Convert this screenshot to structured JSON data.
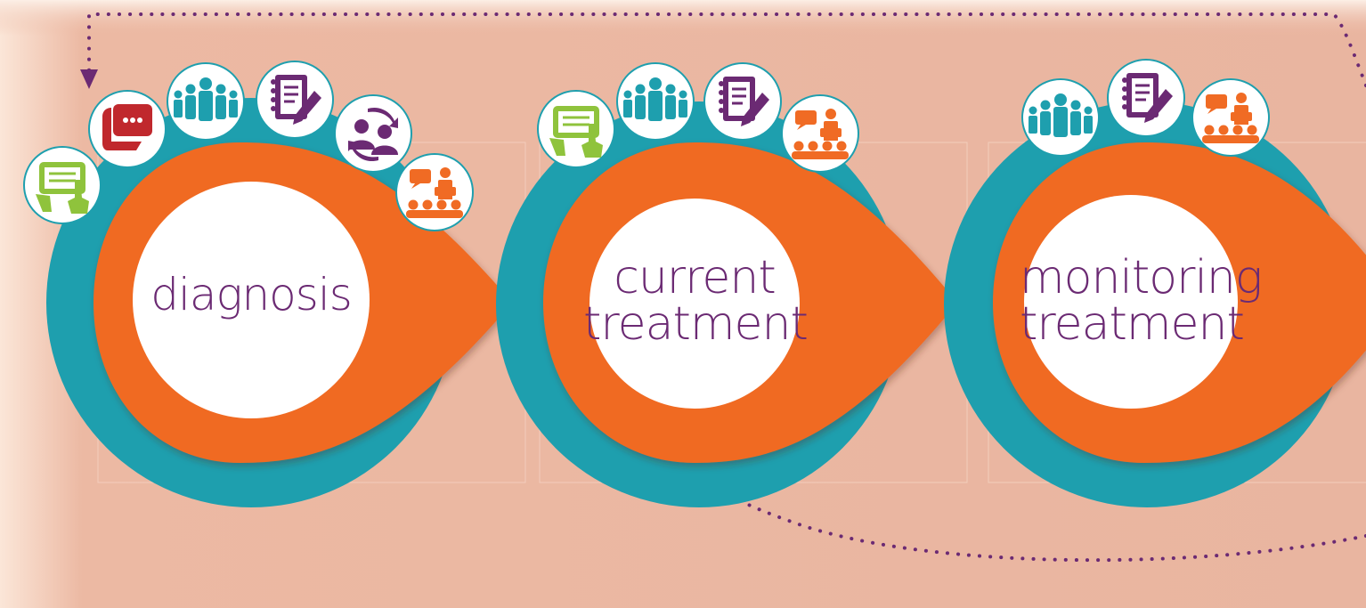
{
  "stages": [
    {
      "lines": [
        "diagnosis"
      ],
      "icons": [
        "tablet-touch-icon",
        "chat-bubble-icon",
        "team-group-icon",
        "notebook-pen-icon",
        "people-exchange-icon",
        "presentation-audience-icon"
      ]
    },
    {
      "lines": [
        "current",
        "treatment"
      ],
      "icons": [
        "tablet-touch-icon",
        "team-group-icon",
        "notebook-pen-icon",
        "presentation-audience-icon"
      ]
    },
    {
      "lines": [
        "monitoring",
        "treatment"
      ],
      "icons": [
        "team-group-icon",
        "notebook-pen-icon",
        "presentation-audience-icon"
      ]
    }
  ],
  "colors": {
    "background": "#ecb9a3",
    "background_left": "#fbe6d8",
    "teal": "#1e9fae",
    "orange": "#f06b24",
    "white": "#ffffff",
    "label_purple": "#6b2a73",
    "arrow_purple": "#6b2a73",
    "icon_green": "#8fc33c",
    "icon_teal": "#1e9fae",
    "icon_purple": "#6b2a73",
    "icon_red": "#c0282d",
    "icon_orange": "#f06b24"
  }
}
